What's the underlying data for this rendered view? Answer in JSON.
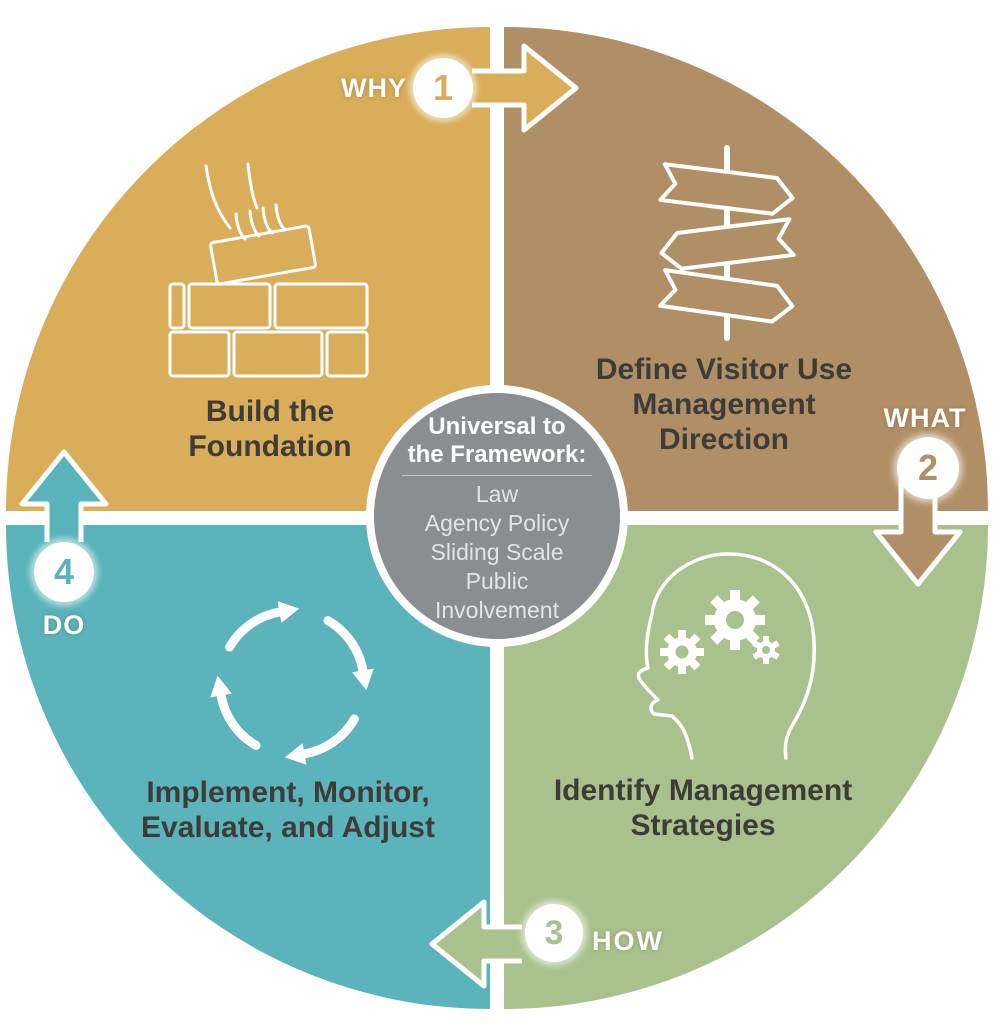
{
  "diagram": {
    "name": "Visitor Use Management Framework cycle",
    "center": {
      "heading_lines": [
        "Universal to",
        "the Framework:"
      ],
      "items": [
        "Law",
        "Agency Policy",
        "Sliding Scale",
        "Public Involvement"
      ]
    },
    "quadrants": [
      {
        "step": "1",
        "question": "WHY",
        "label": "Build the Foundation",
        "label_lines": [
          "Build the",
          "Foundation"
        ],
        "icon": "brick-laying-icon",
        "color": "#d9ad59"
      },
      {
        "step": "2",
        "question": "WHAT",
        "label": "Define Visitor Use Management Direction",
        "label_lines": [
          "Define Visitor Use",
          "Management",
          "Direction"
        ],
        "icon": "signpost-icon",
        "color": "#b18f66"
      },
      {
        "step": "3",
        "question": "HOW",
        "label": "Identify Management Strategies",
        "label_lines": [
          "Identify Management",
          "Strategies"
        ],
        "icon": "head-gears-icon",
        "color": "#a9c28d"
      },
      {
        "step": "4",
        "question": "DO",
        "label": "Implement, Monitor, Evaluate, and Adjust",
        "label_lines": [
          "Implement, Monitor,",
          "Evaluate, and Adjust"
        ],
        "icon": "cycle-arrows-icon",
        "color": "#5bb4bb"
      }
    ],
    "colors": {
      "gold": "#d9ad59",
      "brown": "#b18f66",
      "green": "#a9c28d",
      "teal": "#5bb4bb",
      "center_gray": "#8b8e90",
      "label_text": "#3d3c39",
      "white": "#ffffff"
    }
  }
}
